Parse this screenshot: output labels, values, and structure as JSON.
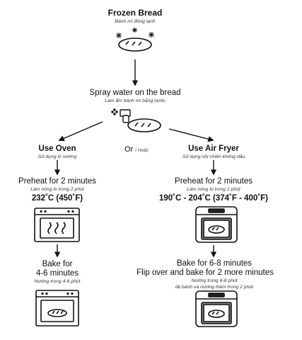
{
  "start": {
    "title": "Frozen Bread",
    "subtitle": "Bánh mì đông lạnh"
  },
  "spray": {
    "label": "Spray water on the bread",
    "subtitle": "Làm ẩm bánh mì bằng nước"
  },
  "oven": {
    "title": "Use Oven",
    "subtitle": "Sử dụng lò nướng",
    "preheat": "Preheat for 2 minutes",
    "preheat_sub": "Làm nóng lò trong 2 phút",
    "temp": "232˚C (450˚F)",
    "bake_line1": "Bake for",
    "bake_line2": "4-6 minutes",
    "bake_sub": "Nướng trong 4-6 phút"
  },
  "or": {
    "label": "Or",
    "sub": "/ Hoặc"
  },
  "airfryer": {
    "title": "Use Air Fryer",
    "subtitle": "Sử dụng nồi chiên không dầu",
    "preheat": "Preheat for 2 minutes",
    "preheat_sub": "Làm nóng lò trong 2 phút",
    "temp": "190˚C - 204˚C (374˚F - 400˚F)",
    "bake": "Bake for 6-8 minutes",
    "flip": "Flip over and bake for 2 more minutes",
    "bake_sub": "Nướng trong 6-8 phút",
    "flip_sub": "lật bánh và nướng thêm trong 2 phút"
  },
  "icons": [
    "frozen-bread-icon",
    "spray-bottle-icon",
    "bread-icon",
    "oven-steam-icon",
    "air-fryer-icon",
    "oven-bread-icon",
    "air-fryer-bread-icon"
  ]
}
